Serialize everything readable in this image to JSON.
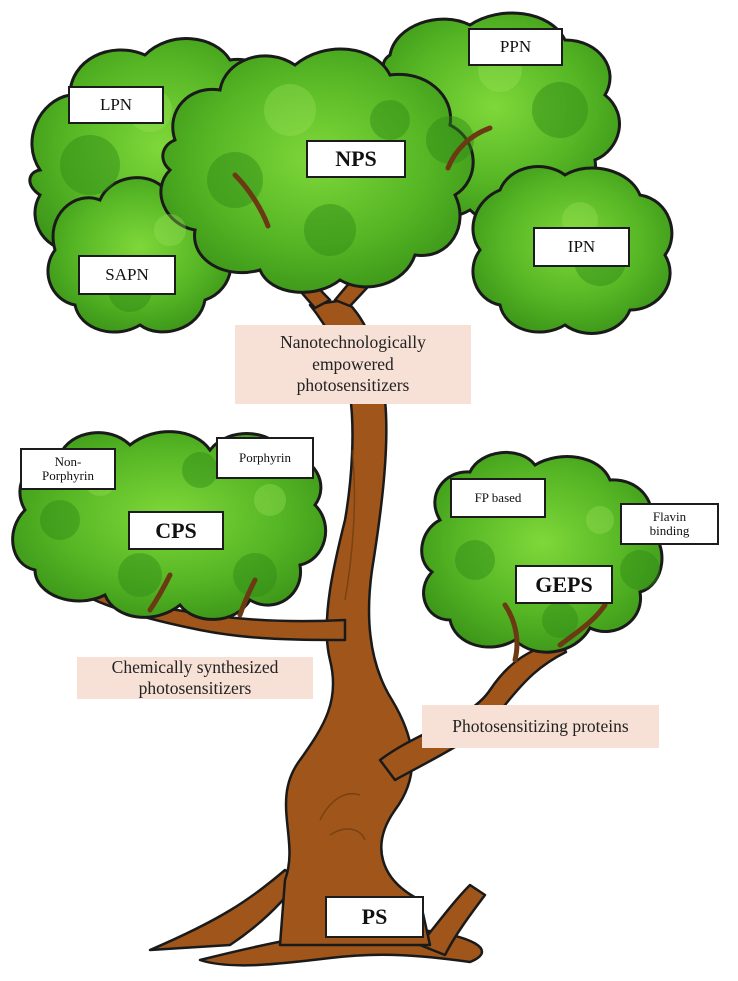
{
  "root": {
    "label": "PS"
  },
  "branches": [
    {
      "id": "nps",
      "abbrev": "NPS",
      "description": "Nanotechnologically\nempowered\nphotosensitizers",
      "leaves": [
        "LPN",
        "PPN",
        "SAPN",
        "IPN"
      ]
    },
    {
      "id": "cps",
      "abbrev": "CPS",
      "description": "Chemically synthesized\nphotosensitizers",
      "leaves": [
        "Non-\nPorphyrin",
        "Porphyrin"
      ]
    },
    {
      "id": "geps",
      "abbrev": "GEPS",
      "description": "Photosensitizing proteins",
      "leaves": [
        "FP based",
        "Flavin\nbinding"
      ]
    }
  ],
  "colors": {
    "foliage_light": "#6fcf2c",
    "foliage_mid": "#4caf1f",
    "foliage_dark": "#2a7a12",
    "trunk": "#a0561a",
    "trunk_dark": "#6b3a12",
    "note_bg": "#f7e1d6"
  }
}
